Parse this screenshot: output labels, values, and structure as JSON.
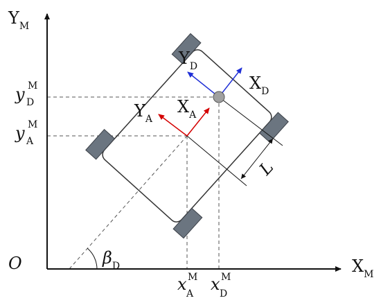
{
  "colors": {
    "axis": "#111111",
    "dashed": "#555555",
    "wheel_fill": "#6b7580",
    "wheel_stroke": "#3a3f46",
    "frame_a": "#d40000",
    "frame_d": "#1f2fd6",
    "marker_fill": "#a0a0a0"
  },
  "labels": {
    "origin": "O",
    "x_axis": {
      "base": "X",
      "sub": "M"
    },
    "y_axis": {
      "base": "Y",
      "sub": "M"
    },
    "y_d": {
      "base": "y",
      "sub": "D",
      "sup": "M"
    },
    "y_a": {
      "base": "y",
      "sub": "A",
      "sup": "M"
    },
    "x_a_tick": {
      "base": "x",
      "sub": "A",
      "sup": "M"
    },
    "x_d_tick": {
      "base": "x",
      "sub": "D",
      "sup": "M"
    },
    "frame_d_y": {
      "base": "Y",
      "sub": "D"
    },
    "frame_d_x": {
      "base": "X",
      "sub": "D"
    },
    "frame_a_y": {
      "base": "Y",
      "sub": "A"
    },
    "frame_a_x": {
      "base": "X",
      "sub": "A"
    },
    "angle": {
      "base": "β",
      "sub": "D"
    },
    "length": "L"
  }
}
